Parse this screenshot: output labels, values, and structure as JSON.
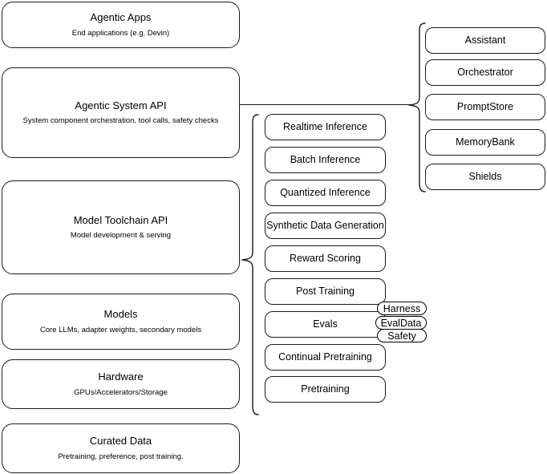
{
  "diagram": {
    "title": "AI stack layers diagram",
    "stroke_color": "#1a1a1a",
    "background_color": "#ffffff",
    "text_color": "#000000"
  },
  "layers": [
    {
      "title": "Agentic Apps",
      "subtitle": "End applications (e.g. Devin)"
    },
    {
      "title": "Agentic System API",
      "subtitle": "System component orchestration, tool calls, safety checks"
    },
    {
      "title": "Model Toolchain API",
      "subtitle": "Model development & serving"
    },
    {
      "title": "Models",
      "subtitle": "Core LLMs, adapter weights, secondary models"
    },
    {
      "title": "Hardware",
      "subtitle": "GPUs/Accelerators/Storage"
    },
    {
      "title": "Curated Data",
      "subtitle": "Pretraining, preference, post training."
    }
  ],
  "toolchain_components": [
    {
      "label": "Realtime Inference"
    },
    {
      "label": "Batch Inference"
    },
    {
      "label": "Quantized Inference"
    },
    {
      "label": "Synthetic Data Generation"
    },
    {
      "label": "Reward Scoring"
    },
    {
      "label": "Post Training"
    },
    {
      "label": "Evals"
    },
    {
      "label": "Continual Pretraining"
    },
    {
      "label": "Pretraining"
    }
  ],
  "agentic_components": [
    {
      "label": "Assistant"
    },
    {
      "label": "Orchestrator"
    },
    {
      "label": "PromptStore"
    },
    {
      "label": "MemoryBank"
    },
    {
      "label": "Shields"
    }
  ],
  "eval_pills": [
    {
      "label": "Harness"
    },
    {
      "label": "EvalData"
    },
    {
      "label": "Safety"
    }
  ]
}
